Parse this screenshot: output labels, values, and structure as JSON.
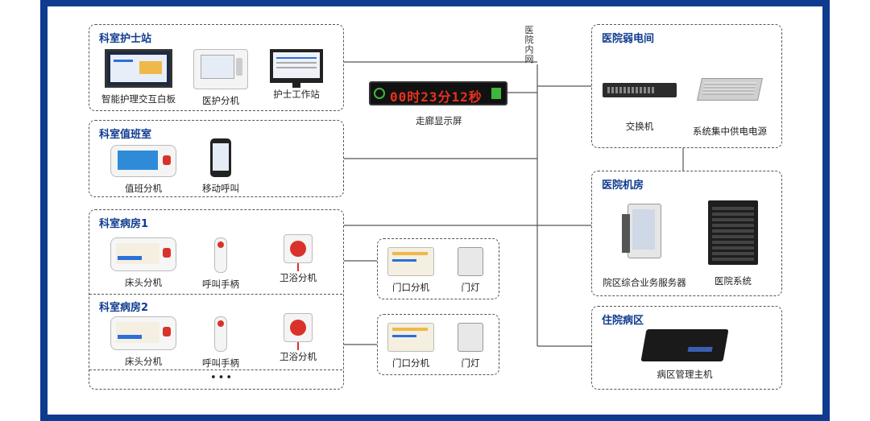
{
  "groups": {
    "nurse_station": {
      "title": "科室护士站",
      "items": [
        "智能护理交互白板",
        "医护分机",
        "护士工作站"
      ]
    },
    "duty_room": {
      "title": "科室值班室",
      "items": [
        "值班分机",
        "移动呼叫"
      ]
    },
    "ward1": {
      "title": "科室病房1",
      "items": [
        "床头分机",
        "呼叫手柄",
        "卫浴分机"
      ]
    },
    "ward2": {
      "title": "科室病房2",
      "items": [
        "床头分机",
        "呼叫手柄",
        "卫浴分机"
      ]
    },
    "ellipsis": "•••",
    "door1": {
      "items": [
        "门口分机",
        "门灯"
      ]
    },
    "door2": {
      "items": [
        "门口分机",
        "门灯"
      ]
    },
    "weak_room": {
      "title": "医院弱电间",
      "items": [
        "交换机",
        "系统集中供电电源"
      ]
    },
    "server_room": {
      "title": "医院机房",
      "items": [
        "院区综合业务服务器",
        "医院系统"
      ]
    },
    "inpatient": {
      "title": "住院病区",
      "items": [
        "病区管理主机"
      ]
    }
  },
  "network_label": "医院内网",
  "corridor": {
    "display_text": "00时23分12秒",
    "caption": "走廊显示屏"
  },
  "colors": {
    "brand": "#0f3b8f",
    "led": "#e8321e",
    "accent_red": "#d9322b"
  }
}
